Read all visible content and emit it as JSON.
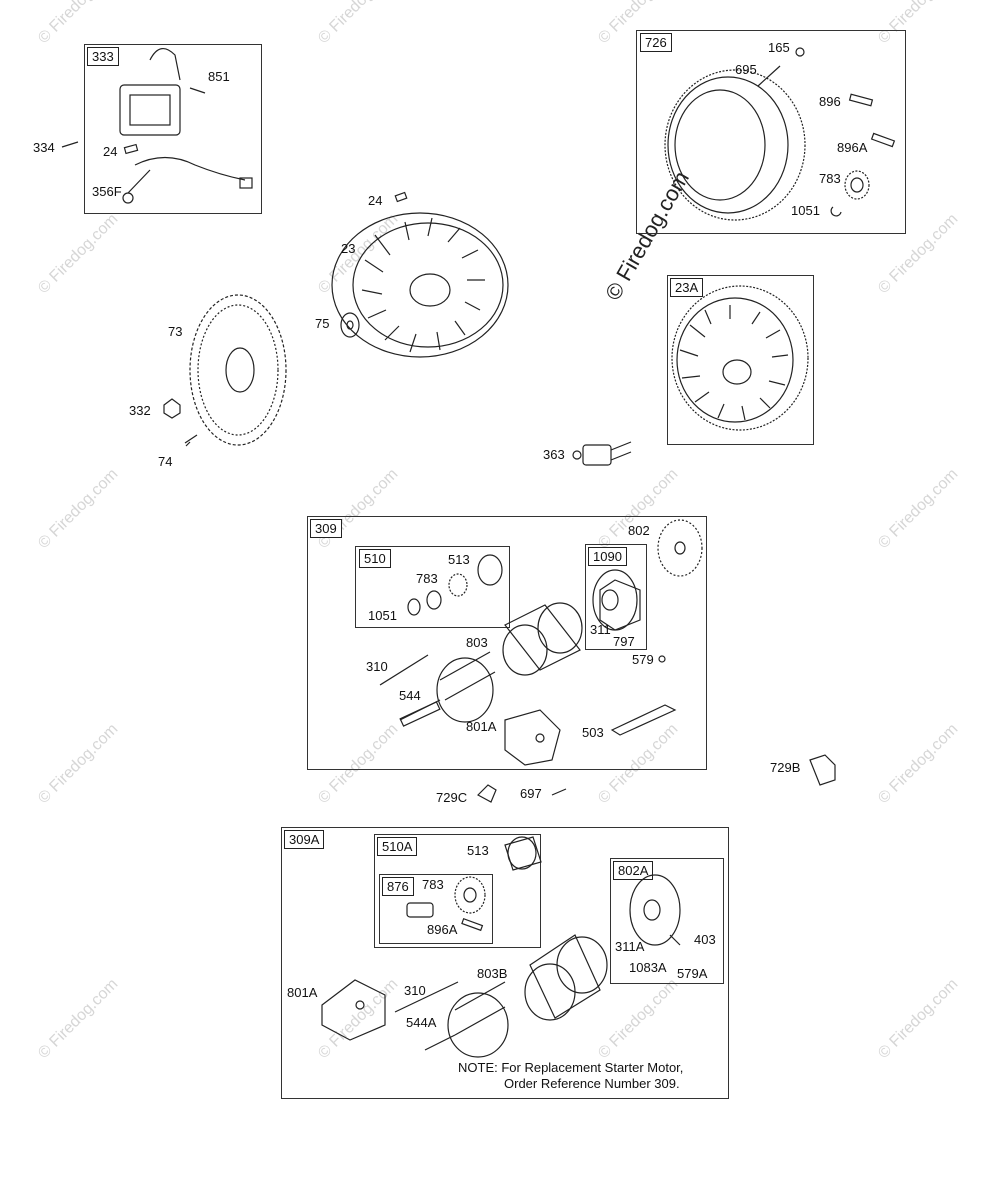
{
  "watermark": {
    "text": "© Firedog.com"
  },
  "labels": {
    "l851": "851",
    "l334": "334",
    "l24a": "24",
    "l356F": "356F",
    "l165": "165",
    "l695": "695",
    "l896": "896",
    "l896A": "896A",
    "l783a": "783",
    "l1051a": "1051",
    "l24b": "24",
    "l23": "23",
    "l75": "75",
    "l73": "73",
    "l332": "332",
    "l74": "74",
    "l363": "363",
    "l802": "802",
    "l513a": "513",
    "l783b": "783",
    "l1051b": "1051",
    "l311": "311",
    "l797": "797",
    "l803": "803",
    "l579": "579",
    "l310a": "310",
    "l544": "544",
    "l801A_a": "801A",
    "l503": "503",
    "l729B": "729B",
    "l729C": "729C",
    "l697": "697",
    "l513b": "513",
    "l783c": "783",
    "l896A_b": "896A",
    "l311A": "311A",
    "l403": "403",
    "l1083A": "1083A",
    "l579A": "579A",
    "l801A_b": "801A",
    "l310b": "310",
    "l803B": "803B",
    "l544A": "544A"
  },
  "tags": {
    "t333": "333",
    "t726": "726",
    "t23A": "23A",
    "t309": "309",
    "t510": "510",
    "t1090": "1090",
    "t309A": "309A",
    "t510A": "510A",
    "t876": "876",
    "t802A": "802A"
  },
  "note": {
    "line1": "NOTE: For Replacement Starter Motor,",
    "line2": "Order Reference Number 309."
  }
}
